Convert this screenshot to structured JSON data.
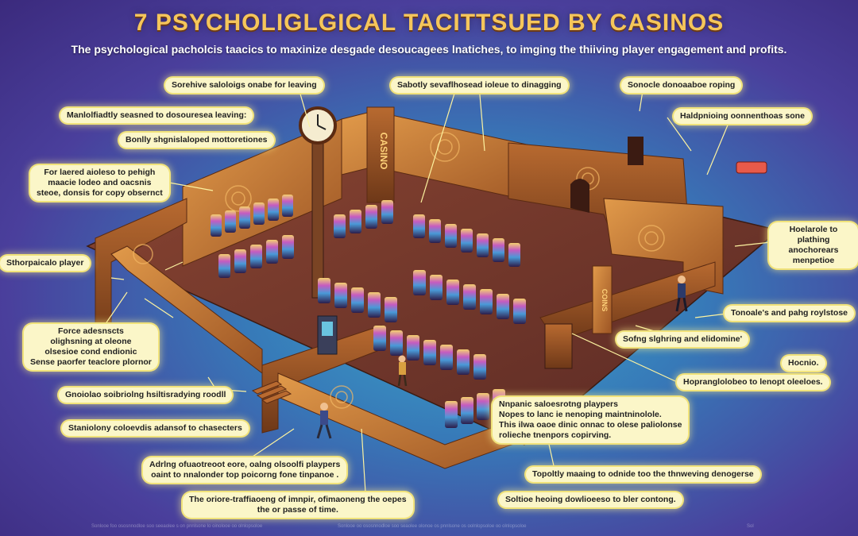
{
  "header": {
    "title": "7  PSYCHOLIGLGICAL TACITTSUED BY CASINOS",
    "subtitle": "The psychological pacholcis taacics to maxinize desgade desoucagees lnatiches, to imging the thiiving player engagement and profits."
  },
  "signage": {
    "casino_sign": "CASINO",
    "pillar_sign": "COINS"
  },
  "callouts": {
    "top_left_1": "Sorehive saloloigs onabe for leaving",
    "top_left_2": "Manlolfiadtly seasned to dosouresea leaving:",
    "top_left_3": "Bonlly shgnislaloped mottoretiones",
    "left_4": "For laered aioleso to pehigh\nmaacie lodeo and oacsnis\nsteoe,  donsis for copy obsernct",
    "left_5": "Sthorpaicalo player",
    "left_6": "Force adesnscts\nolighsning at oleone\nolsesioe cond endionic\nSense paorfer teaclore plornor",
    "left_7": "Gnoiolao soibriolng hsiltisradying roodll",
    "left_8": "Staniolony coloevdis adansof to chasecters",
    "bottom_1": "Adrlng ofuaotreoot eore, oalng olsoolfi playpers\noaint to nnalonder top poicorng  fone tinpanoe .",
    "bottom_2": "The oriore-traffiaoeng of imnpir, ofimaoneng the oepes\nthe  or passe of time.",
    "top_center": "Sabotly sevaflhosead ioleue to dinagging",
    "top_right_1": "Sonocle donoaaboe roping",
    "top_right_2": "Haldpnioing oonnenthoas sone",
    "right_3": "Hoelarole to plathing\nanochorears menpetioe",
    "right_4": "Tonoale's and pahg roylstose",
    "right_5": "Sofng slghring and elidomine'",
    "right_6": "Hocnio.",
    "right_7": "Hopranglolobeo to lenopt oleeloes.",
    "center_right": "Nnpanic saloesrotng playpers\nNopes to lanc ie nenoping maintninolole.\nThis ilwa oaoe dinic onnac to olese paliolonse\nrolieche tnenpors copirving.",
    "bottom_right_1": "Topoltly maaing to odnide too the thnweving denogerse",
    "bottom_right_2": "Soltioe heoing dowlioeeso to bler contong."
  },
  "footer": {
    "left": "Sonlooe foo ososnnodloe soo seeaolee s on pnnlsone lo oinolooe oo olnlopsoloe",
    "center": "Sonlooe oo ososnnodloe soo seaolee olonoe os pnnlsone os oolnlopsoloe oo olnlopsoloe",
    "right": "Sol"
  },
  "colors": {
    "title": "#f5c65b",
    "wall": "#c47a34",
    "floor": "#7a3d2a",
    "callout_bg": "#fbf6c8",
    "callout_glow": "#f0e27a"
  }
}
